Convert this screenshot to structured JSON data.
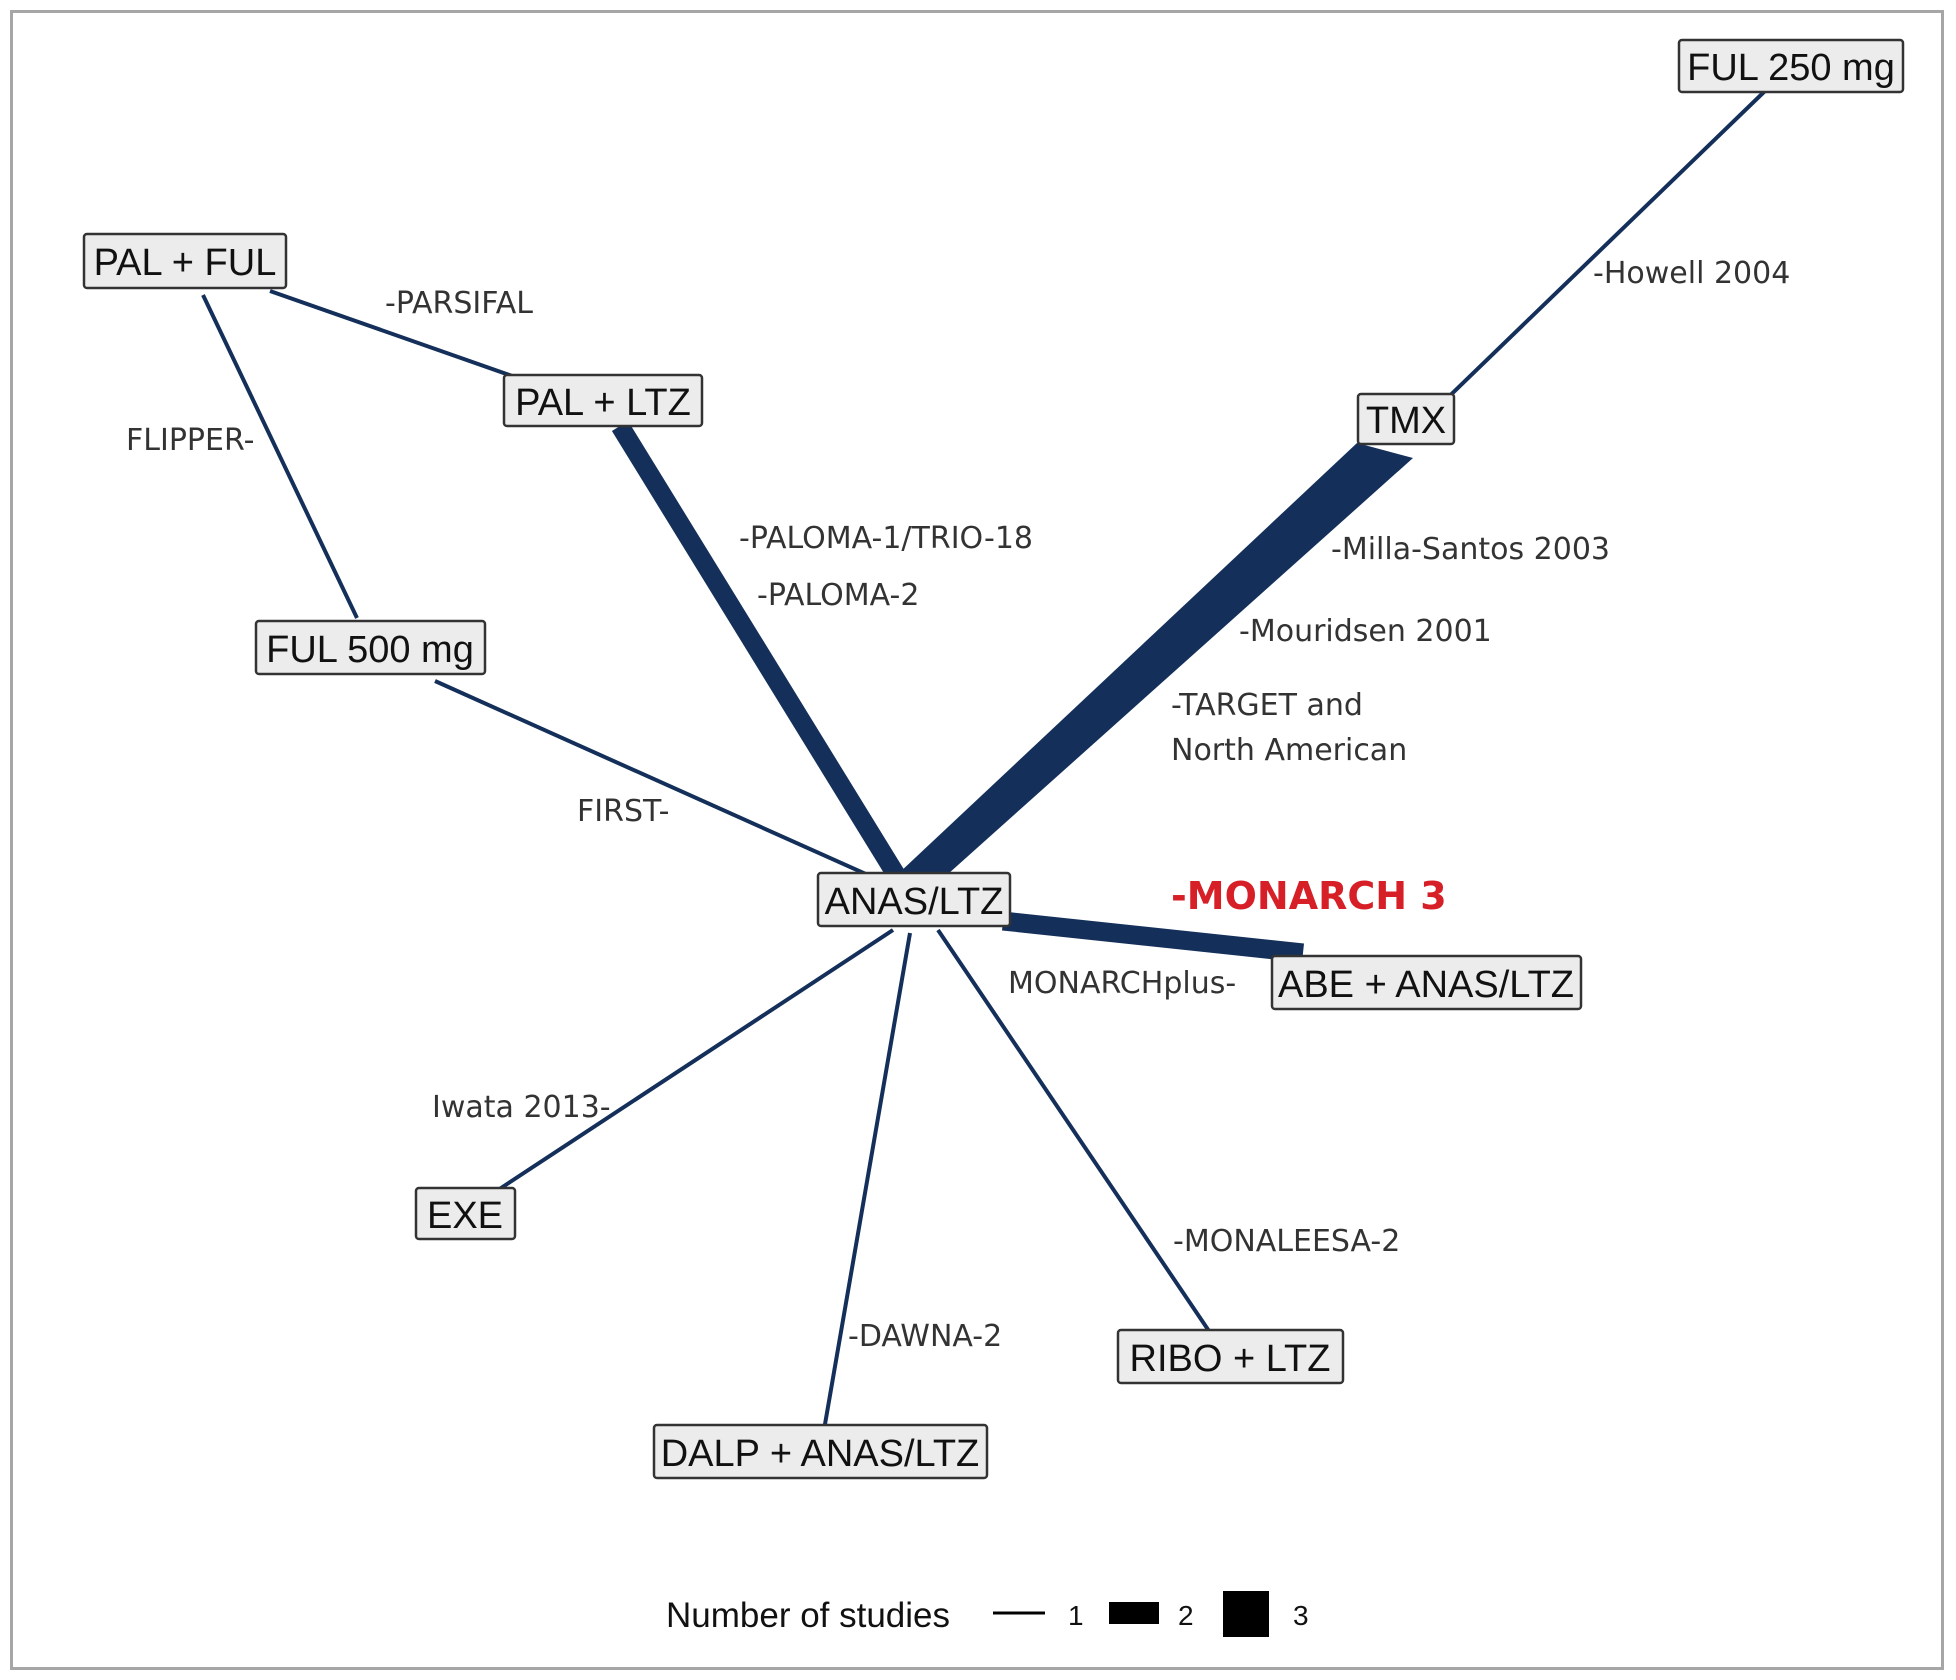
{
  "colors": {
    "edge": "#14305a",
    "node_fill": "#ececec",
    "node_stroke": "#333333",
    "highlight_study": "#d61f26",
    "legend_swatch": "#000000"
  },
  "diagram": {
    "type": "network",
    "nodes": [
      {
        "id": "ful250",
        "label": "FUL 250 mg"
      },
      {
        "id": "palful",
        "label": "PAL + FUL"
      },
      {
        "id": "palltz",
        "label": "PAL + LTZ"
      },
      {
        "id": "tmx",
        "label": "TMX"
      },
      {
        "id": "ful500",
        "label": "FUL 500 mg"
      },
      {
        "id": "anas",
        "label": "ANAS/LTZ"
      },
      {
        "id": "abe",
        "label": "ABE + ANAS/LTZ"
      },
      {
        "id": "exe",
        "label": "EXE"
      },
      {
        "id": "ribo",
        "label": "RIBO + LTZ"
      },
      {
        "id": "dalp",
        "label": "DALP + ANAS/LTZ"
      }
    ],
    "edges": [
      {
        "from": "ful250",
        "to": "tmx",
        "studies": 1,
        "study_labels": [
          "-Howell 2004"
        ]
      },
      {
        "from": "palful",
        "to": "palltz",
        "studies": 1,
        "study_labels": [
          "-PARSIFAL"
        ]
      },
      {
        "from": "palful",
        "to": "ful500",
        "studies": 1,
        "study_labels": [
          "FLIPPER-"
        ]
      },
      {
        "from": "palltz",
        "to": "anas",
        "studies": 2,
        "study_labels": [
          "-PALOMA-1/TRIO-18",
          "-PALOMA-2"
        ]
      },
      {
        "from": "tmx",
        "to": "anas",
        "studies": 3,
        "study_labels": [
          "-Milla-Santos 2003",
          "-Mouridsen 2001",
          "-TARGET and",
          "North American"
        ]
      },
      {
        "from": "ful500",
        "to": "anas",
        "studies": 1,
        "study_labels": [
          "FIRST-"
        ]
      },
      {
        "from": "anas",
        "to": "abe",
        "studies": 2,
        "study_labels": [
          "MONARCHplus-"
        ],
        "highlight_label": "-MONARCH 3"
      },
      {
        "from": "anas",
        "to": "exe",
        "studies": 1,
        "study_labels": [
          "Iwata 2013-"
        ]
      },
      {
        "from": "anas",
        "to": "ribo",
        "studies": 1,
        "study_labels": [
          "-MONALEESA-2"
        ]
      },
      {
        "from": "anas",
        "to": "dalp",
        "studies": 1,
        "study_labels": [
          "-DAWNA-2"
        ]
      }
    ]
  },
  "legend": {
    "title": "Number of studies",
    "entries": [
      {
        "label": "1",
        "studies": 1
      },
      {
        "label": "2",
        "studies": 2
      },
      {
        "label": "3",
        "studies": 3
      }
    ]
  }
}
